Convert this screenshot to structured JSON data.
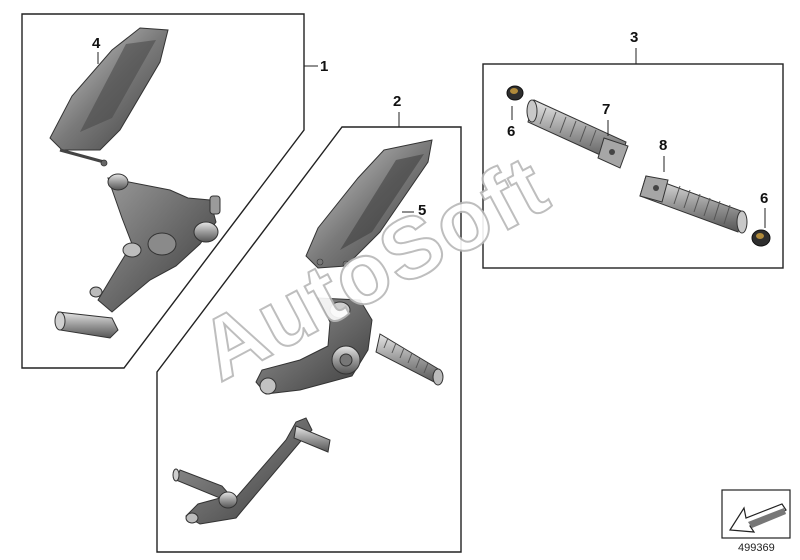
{
  "callouts": {
    "c1": "1",
    "c2": "2",
    "c3": "3",
    "c4": "4",
    "c5": "5",
    "c6a": "6",
    "c6b": "6",
    "c7": "7",
    "c8": "8"
  },
  "part_number": "499369",
  "watermark": "AutoSoft",
  "colors": {
    "frame": "#222222",
    "part_dark": "#5a5a5a",
    "part_mid": "#8c8c8c",
    "part_light": "#c9c9c9"
  },
  "icons": {
    "arrow_badge": "direction-arrow-icon"
  }
}
